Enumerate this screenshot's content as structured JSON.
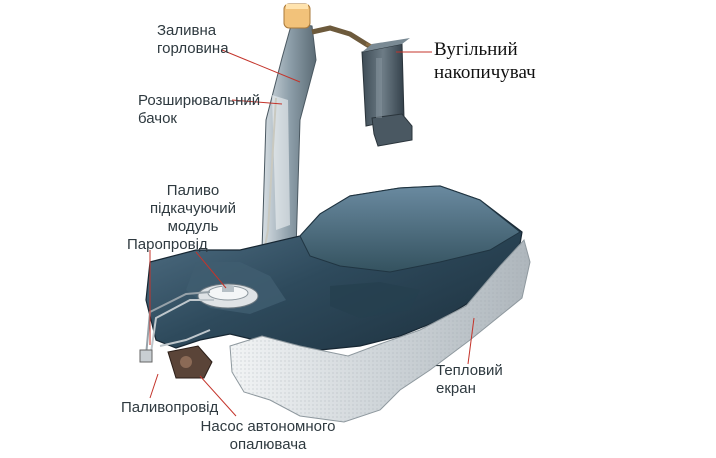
{
  "labels": {
    "filler_neck": [
      "Заливна",
      "горловина"
    ],
    "expansion_tank": [
      "Розширювальний",
      "бачок"
    ],
    "charcoal_canister": [
      "Вугільний",
      "накопичувач"
    ],
    "fuel_pump_module": [
      "Паливо",
      "підкачуючий",
      "модуль"
    ],
    "vapor_line": "Паропровід",
    "fuel_line": "Паливопровід",
    "heater_pump": [
      "Насос автономного",
      "опалювача"
    ],
    "heat_shield": [
      "Тепловий",
      "екран"
    ]
  },
  "colors": {
    "leader": "#c4342b",
    "tank_dark": "#2b4556",
    "tank_light": "#4b6a7f",
    "shield": "#d9dde0",
    "text": "#2f3a40"
  }
}
